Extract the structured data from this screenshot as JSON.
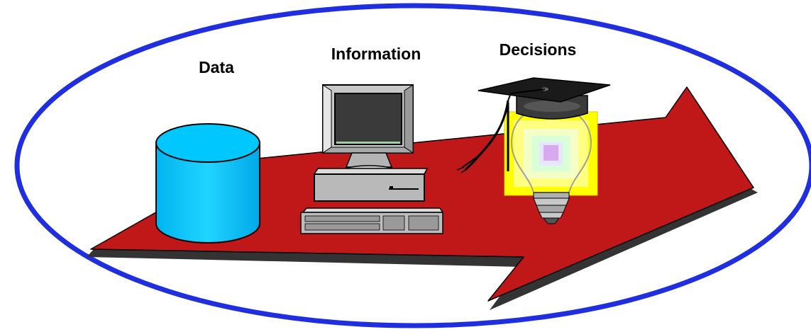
{
  "labels": {
    "data": "Data",
    "information": "Information",
    "decisions": "Decisions"
  },
  "icons": {
    "data": "database-cylinder-icon",
    "information": "desktop-computer-icon",
    "decisions": "lightbulb-graduation-cap-icon"
  },
  "colors": {
    "ellipse_outline": "#1f2fe0",
    "arrow_fill": "#c01818",
    "arrow_shadow": "#333333",
    "database_fill": "#00c8ff",
    "bulb_glow": "#ffff00"
  }
}
